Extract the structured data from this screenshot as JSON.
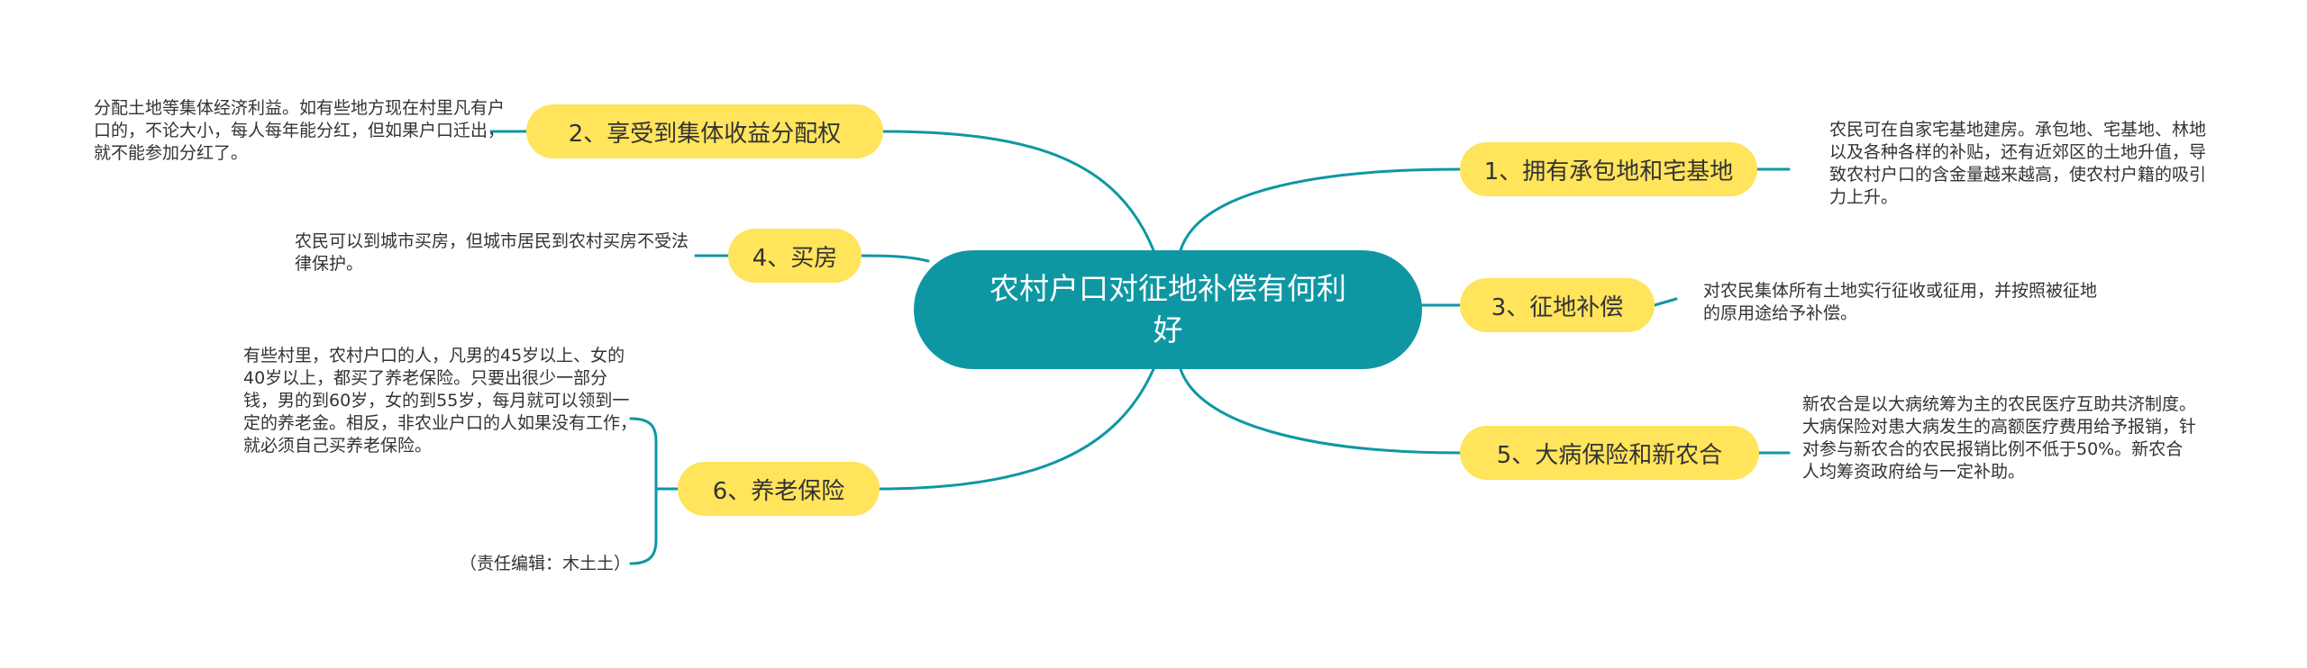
{
  "center": {
    "title": "农村户口对征地补偿有何利好"
  },
  "branches": {
    "b1": {
      "label": "1、拥有承包地和宅基地",
      "text": "农民可在自家宅基地建房。承包地、宅基地、林地以及各种各样的补贴，还有近郊区的土地升值，导致农村户口的含金量越来越高，使农村户籍的吸引力上升。"
    },
    "b2": {
      "label": "2、享受到集体收益分配权",
      "text": "分配土地等集体经济利益。如有些地方现在村里凡有户口的，不论大小，每人每年能分红，但如果户口迁出，就不能参加分红了。"
    },
    "b3": {
      "label": "3、征地补偿",
      "text": "对农民集体所有土地实行征收或征用，并按照被征地的原用途给予补偿。"
    },
    "b4": {
      "label": "4、买房",
      "text": "农民可以到城市买房，但城市居民到农村买房不受法律保护。"
    },
    "b5": {
      "label": "5、大病保险和新农合",
      "text": "新农合是以大病统筹为主的农民医疗互助共济制度。大病保险对患大病发生的高额医疗费用给予报销，针对参与新农合的农民报销比例不低于50%。新农合人均筹资政府给与一定补助。"
    },
    "b6": {
      "label": "6、养老保险",
      "text": "有些村里，农村户口的人，凡男的45岁以上、女的40岁以上，都买了养老保险。只要出很少一部分钱，男的到60岁，女的到55岁，每月就可以领到一定的养老金。相反，非农业户口的人如果没有工作，就必须自己买养老保险。",
      "editor": "（责任编辑：木土土）"
    }
  },
  "colors": {
    "center": "#0e97a3",
    "node": "#ffe45c",
    "edge": "#0e97a3",
    "text": "#333333"
  }
}
